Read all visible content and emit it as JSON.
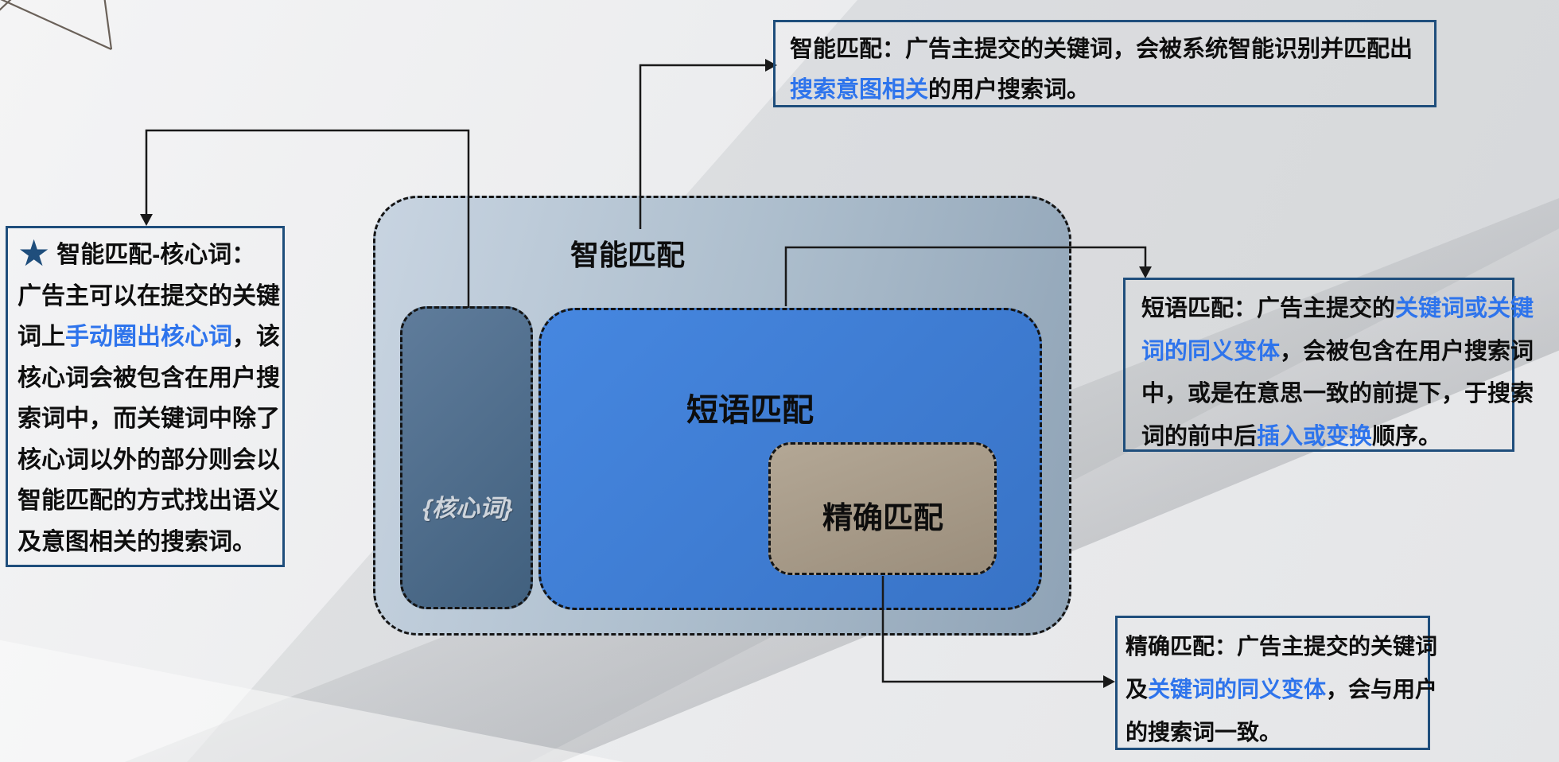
{
  "palette": {
    "navy": "#1f4e7c",
    "blue": "#2e74ec",
    "line": "#191919",
    "container1": "#c8d4e1",
    "container2": "#8fa3b6",
    "core1": "#5f7c9b",
    "core2": "#41607e",
    "phrase1": "#4687e0",
    "phrase2": "#3873c6",
    "exact1": "#b3a795",
    "exact2": "#9b8e7c",
    "corelabel": "#ced4db"
  },
  "diagram": {
    "smart_region_label": "智能匹配",
    "core_box_label": "{核心词}",
    "phrase_region_label": "短语匹配",
    "exact_box_label": "精确匹配"
  },
  "callouts": {
    "smart": {
      "lines": [
        [
          {
            "t": "智能匹配：广告主提交的关键词，会被系统智能识别并匹配出",
            "c": "k"
          }
        ],
        [
          {
            "t": "搜索意图相关",
            "c": "b"
          },
          {
            "t": "的用户搜索词。",
            "c": "k"
          }
        ]
      ]
    },
    "core": {
      "star": "★",
      "title": "智能匹配-核心词：",
      "lines": [
        [
          {
            "t": "广告主可以在提交的关键",
            "c": "k"
          }
        ],
        [
          {
            "t": "词上",
            "c": "k"
          },
          {
            "t": "手动圈出核心词",
            "c": "b"
          },
          {
            "t": "，该",
            "c": "k"
          }
        ],
        [
          {
            "t": "核心词会被包含在用户搜",
            "c": "k"
          }
        ],
        [
          {
            "t": "索词中，而关键词中除了",
            "c": "k"
          }
        ],
        [
          {
            "t": "核心词以外的部分则会以",
            "c": "k"
          }
        ],
        [
          {
            "t": "智能匹配的方式找出语义",
            "c": "k"
          }
        ],
        [
          {
            "t": "及意图相关的搜索词。",
            "c": "k"
          }
        ]
      ]
    },
    "phrase": {
      "lines": [
        [
          {
            "t": "短语匹配：广告主提交的",
            "c": "k"
          },
          {
            "t": "关键词或关键",
            "c": "b"
          }
        ],
        [
          {
            "t": "词的同义变体",
            "c": "b"
          },
          {
            "t": "，会被包含在用户搜索词",
            "c": "k"
          }
        ],
        [
          {
            "t": "中，或是在意思一致的前提下，于搜索",
            "c": "k"
          }
        ],
        [
          {
            "t": "词的前中后",
            "c": "k"
          },
          {
            "t": "插入或变换",
            "c": "b"
          },
          {
            "t": "顺序。",
            "c": "k"
          }
        ]
      ]
    },
    "exact": {
      "lines": [
        [
          {
            "t": "精确匹配：广告主提交的关键词",
            "c": "k"
          }
        ],
        [
          {
            "t": "及",
            "c": "k"
          },
          {
            "t": "关键词的同义变体",
            "c": "b"
          },
          {
            "t": "，会与用户",
            "c": "k"
          }
        ],
        [
          {
            "t": "的搜索词一致。",
            "c": "k"
          }
        ]
      ]
    }
  }
}
